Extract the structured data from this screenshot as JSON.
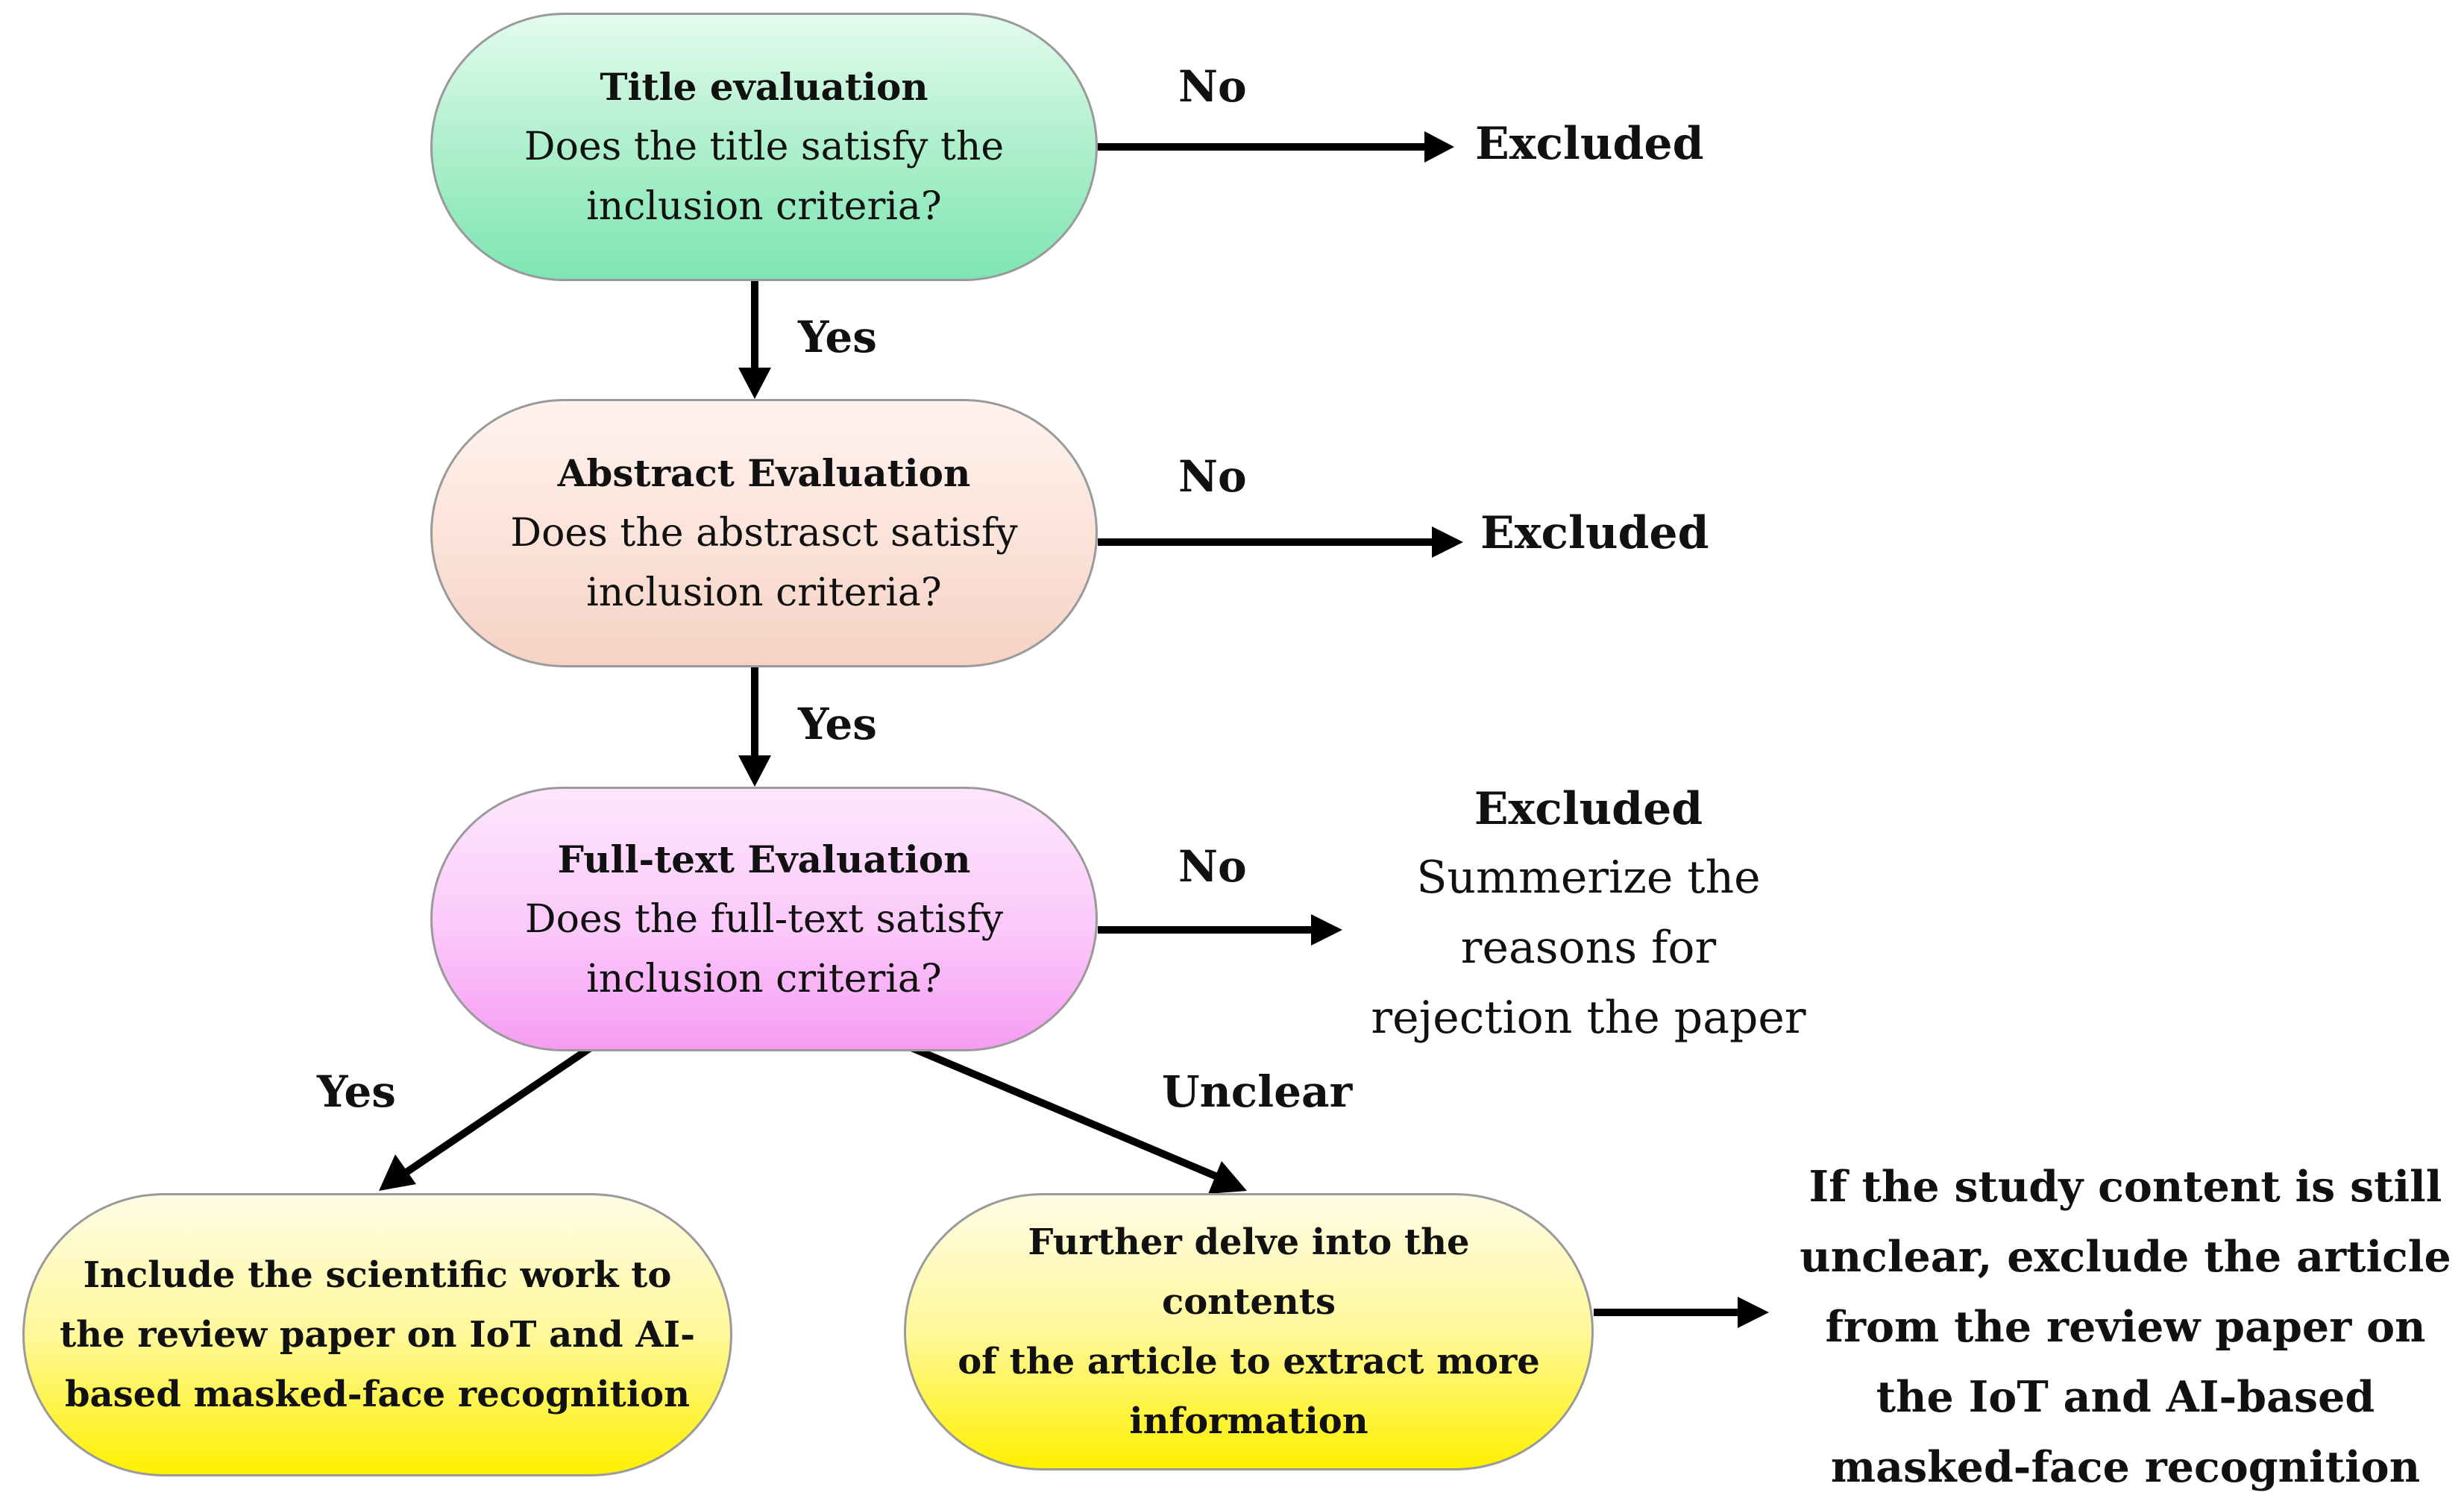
{
  "nodes": {
    "title_eval": {
      "heading": "Title evaluation",
      "lines": [
        "Does the title satisfy the",
        "inclusion criteria?"
      ],
      "color": "#7ee5b3"
    },
    "abstract_eval": {
      "heading": "Abstract Evaluation",
      "lines": [
        "Does the abstrasct satisfy",
        "inclusion criteria?"
      ],
      "color": "#f5d2c4"
    },
    "fulltext_eval": {
      "heading": "Full-text Evaluation",
      "lines": [
        "Does the full-text satisfy",
        "inclusion criteria?"
      ],
      "color": "#f69cf2"
    },
    "include": {
      "lines": [
        "Include the scientific work to",
        "the review paper on IoT and AI-",
        "based masked-face recognition"
      ],
      "color": "#fff000"
    },
    "further": {
      "lines": [
        "Further delve into the contents",
        "of the article to extract more",
        "information"
      ],
      "color": "#fff000"
    }
  },
  "edge_labels": {
    "no_1": "No",
    "no_2": "No",
    "no_3": "No",
    "yes_1": "Yes",
    "yes_2": "Yes",
    "yes_3": "Yes",
    "unclear": "Unclear"
  },
  "outcomes": {
    "excluded_1": "Excluded",
    "excluded_2": "Excluded",
    "excluded_3": "Excluded",
    "rejection_reason": [
      "Summerize the",
      "reasons for",
      "rejection the paper"
    ],
    "final_note": [
      "If the study content is still",
      "unclear, exclude the article",
      "from the review paper on",
      "the IoT and AI-based",
      "masked-face recognition"
    ]
  }
}
